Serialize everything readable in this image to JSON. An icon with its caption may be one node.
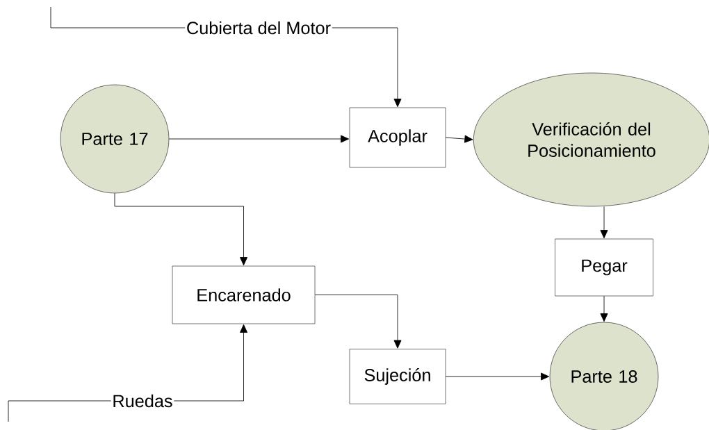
{
  "diagram": {
    "nodes": [
      {
        "text": [
          "Cubierta del Motor"
        ]
      },
      {
        "text": [
          "Parte 17"
        ]
      },
      {
        "text": [
          "Acoplar"
        ]
      },
      {
        "text": [
          "Verificación del Posicionamiento"
        ]
      },
      {
        "text": [
          "Encarenado"
        ]
      },
      {
        "text": [
          "Pegar"
        ]
      },
      {
        "text": [
          "Ruedas"
        ]
      },
      {
        "text": [
          "Sujeción"
        ]
      },
      {
        "text": [
          "Parte 18"
        ]
      }
    ],
    "edges": [
      {
        "from": null,
        "to": 0,
        "arrow": "none"
      },
      {
        "from": 0,
        "to": 2,
        "arrow": "to"
      },
      {
        "from": 1,
        "to": 2,
        "arrow": "to"
      },
      {
        "from": 2,
        "to": 3,
        "arrow": "to"
      },
      {
        "from": 1,
        "to": 4,
        "arrow": "to"
      },
      {
        "from": 3,
        "to": 5,
        "arrow": "to"
      },
      {
        "from": 6,
        "to": 4,
        "arrow": "to"
      },
      {
        "from": null,
        "to": 6,
        "arrow": "none"
      },
      {
        "from": 4,
        "to": 7,
        "arrow": "to"
      },
      {
        "from": 5,
        "to": 8,
        "arrow": "to"
      },
      {
        "from": 7,
        "to": 8,
        "arrow": "to"
      }
    ]
  }
}
